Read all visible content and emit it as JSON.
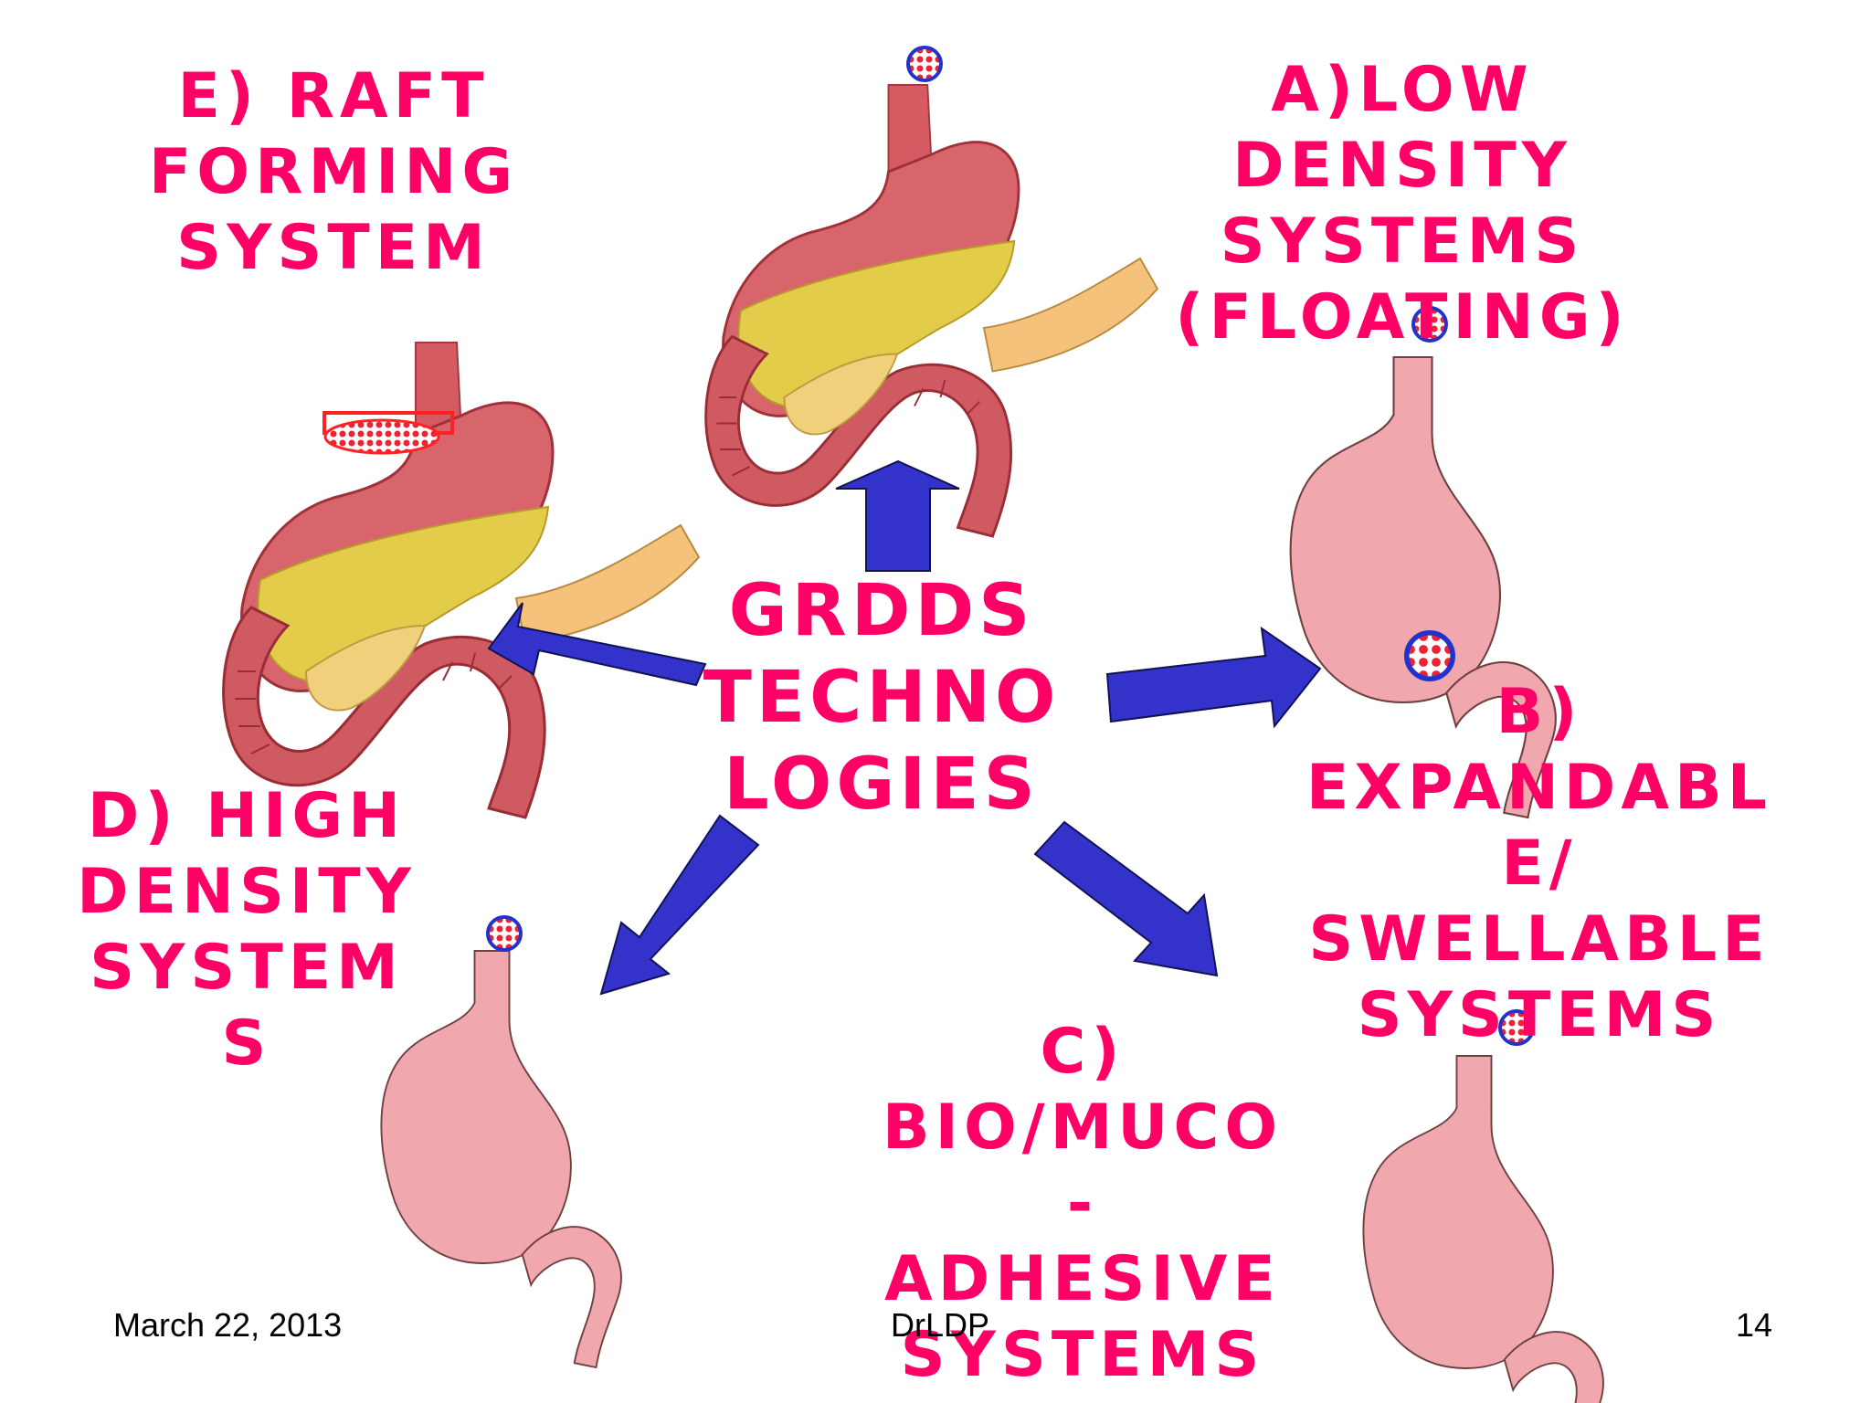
{
  "slide": {
    "center_title": "GRDDS\nTECHNO\nLOGIES",
    "labels": {
      "e": "E) RAFT\nFORMING\nSYSTEM",
      "a": "A)LOW\nDENSITY\nSYSTEMS\n(FLOATING)",
      "b": "B)\nEXPANDABL\nE/\nSWELLABLE\nSYSTEMS",
      "c": "C)\nBIO/MUCO\n-\nADHESIVE\nSYSTEMS",
      "d": "D) HIGH\nDENSITY\nSYSTEM\nS"
    },
    "footer": {
      "date": "March 22, 2013",
      "author": "DrLDP",
      "page": "14"
    }
  },
  "colors": {
    "label_text": "#ff0066",
    "arrow": "#3333cc",
    "stomach_plain": "#f0a8ae",
    "stomach_outline": "#7a4a4a",
    "anatomy_wall": "#c84650",
    "gastric_fluid": "#e2cc4a",
    "pill_border": "#2233cc",
    "pill_fill": "#ee2233"
  },
  "icons": [
    "stomach-anatomy-icon",
    "stomach-outline-icon",
    "tablet-icon",
    "raft-icon",
    "arrow-icon"
  ]
}
